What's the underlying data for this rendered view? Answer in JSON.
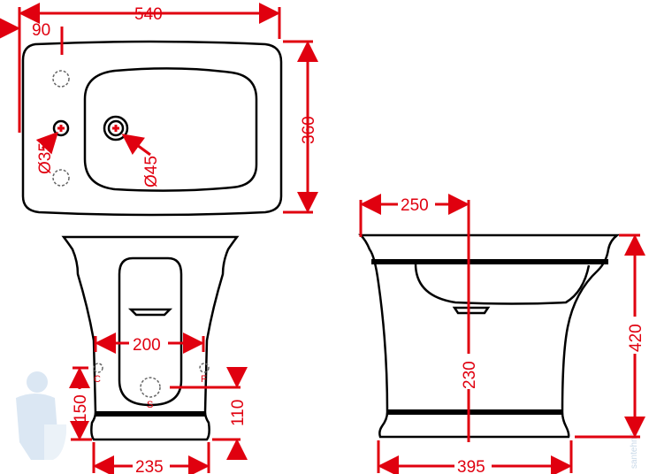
{
  "title": "Bidet dimension drawing",
  "top_view": {
    "width": "540",
    "offset": "90",
    "depth": "360",
    "hole_small": "Ø35",
    "hole_large": "Ø45"
  },
  "front_view": {
    "inner_width": "200",
    "label_c": "C",
    "label_f": "F",
    "label_s": "S",
    "height_c": "150",
    "height_s": "110",
    "base_width": "235"
  },
  "side_view": {
    "offset": "250",
    "height_inner": "230",
    "height_total": "420",
    "base_depth": "395"
  },
  "colors": {
    "dimension": "#e0000f",
    "outline": "#000000",
    "watermark": "#c8d8e8"
  }
}
